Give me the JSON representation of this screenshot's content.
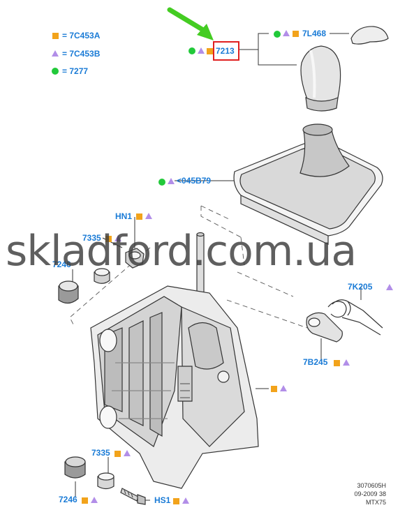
{
  "legend": [
    {
      "symbol": "square",
      "code": "7C453A"
    },
    {
      "symbol": "triangle",
      "code": "7C453B"
    },
    {
      "symbol": "circle",
      "code": "7277"
    }
  ],
  "parts": {
    "p7213": "7213",
    "p7L468": "7L468",
    "p045B79": "<045B79",
    "pHN1": "HN1",
    "p7335_top": "7335",
    "p7246_top": "7246",
    "p7K205": "7K205",
    "p7B245": "7B245",
    "p7335_bottom": "7335",
    "p7246_bottom": "7246",
    "pHS1": "HS1"
  },
  "watermark": "skladford.com.ua",
  "footer": {
    "line1": "3070605H",
    "line2": "09-2009 38",
    "line3": "MTX75"
  },
  "colors": {
    "label": "#1a7bd6",
    "square": "#f2a31b",
    "triangle": "#b28ee8",
    "circle": "#22c93a",
    "highlight": "#e02020",
    "arrow": "#44cc22"
  }
}
